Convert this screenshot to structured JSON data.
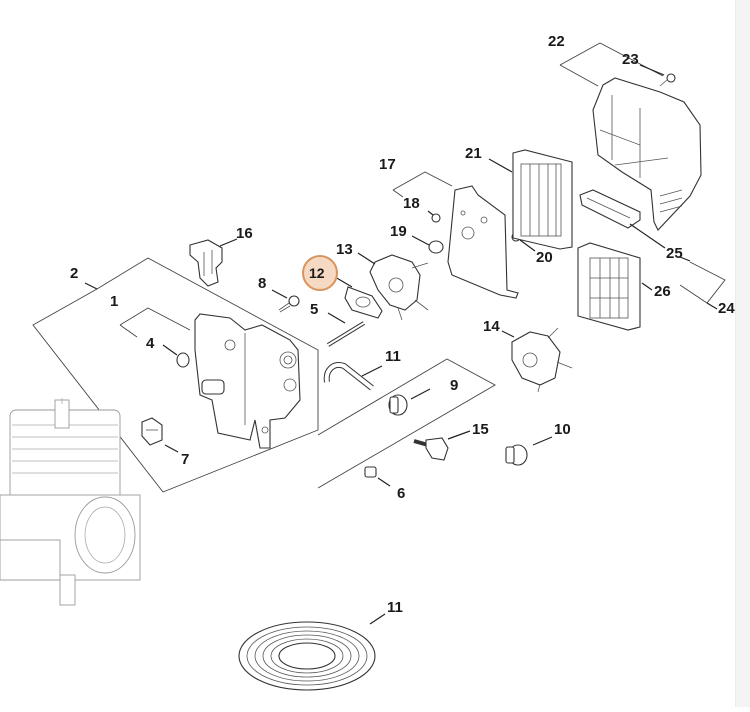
{
  "diagram": {
    "title": "Carburetor / Air Filter Exploded Parts Diagram",
    "highlight": {
      "part": "12",
      "fill": "#f6d9c2",
      "stroke": "#d9935c"
    },
    "callouts": [
      {
        "id": "1",
        "text": "1"
      },
      {
        "id": "2",
        "text": "2"
      },
      {
        "id": "4",
        "text": "4"
      },
      {
        "id": "5",
        "text": "5"
      },
      {
        "id": "6",
        "text": "6"
      },
      {
        "id": "7",
        "text": "7"
      },
      {
        "id": "8",
        "text": "8"
      },
      {
        "id": "9",
        "text": "9"
      },
      {
        "id": "10",
        "text": "10"
      },
      {
        "id": "11a",
        "text": "11"
      },
      {
        "id": "11b",
        "text": "11"
      },
      {
        "id": "12",
        "text": "12"
      },
      {
        "id": "13",
        "text": "13"
      },
      {
        "id": "14",
        "text": "14"
      },
      {
        "id": "15",
        "text": "15"
      },
      {
        "id": "16",
        "text": "16"
      },
      {
        "id": "17",
        "text": "17"
      },
      {
        "id": "18",
        "text": "18"
      },
      {
        "id": "19",
        "text": "19"
      },
      {
        "id": "20",
        "text": "20"
      },
      {
        "id": "21",
        "text": "21"
      },
      {
        "id": "22",
        "text": "22"
      },
      {
        "id": "23",
        "text": "23"
      },
      {
        "id": "24",
        "text": "24"
      },
      {
        "id": "25",
        "text": "25"
      },
      {
        "id": "26",
        "text": "26"
      }
    ],
    "parts": [
      {
        "id": "engine",
        "name": "engine block (context, greyed)"
      },
      {
        "id": "1",
        "name": "intake manifold / carburetor housing"
      },
      {
        "id": "4",
        "name": "grommet"
      },
      {
        "id": "5",
        "name": "stud bolt"
      },
      {
        "id": "6",
        "name": "clip"
      },
      {
        "id": "7",
        "name": "retainer"
      },
      {
        "id": "8",
        "name": "screw"
      },
      {
        "id": "9",
        "name": "primer bulb"
      },
      {
        "id": "10",
        "name": "primer bulb"
      },
      {
        "id": "11",
        "name": "fuel hose"
      },
      {
        "id": "12",
        "name": "gasket"
      },
      {
        "id": "13",
        "name": "carburetor"
      },
      {
        "id": "14",
        "name": "carburetor"
      },
      {
        "id": "15",
        "name": "fitting"
      },
      {
        "id": "16",
        "name": "bracket"
      },
      {
        "id": "17",
        "name": "carrier plate"
      },
      {
        "id": "18",
        "name": "plug"
      },
      {
        "id": "19",
        "name": "choke knob"
      },
      {
        "id": "20",
        "name": "plug"
      },
      {
        "id": "21",
        "name": "air filter"
      },
      {
        "id": "22",
        "name": "filter cover"
      },
      {
        "id": "23",
        "name": "screw"
      },
      {
        "id": "25",
        "name": "filter tray"
      },
      {
        "id": "26",
        "name": "pre-filter"
      },
      {
        "id": "spring",
        "name": "spiral spring / coiled hose (11)"
      }
    ]
  }
}
